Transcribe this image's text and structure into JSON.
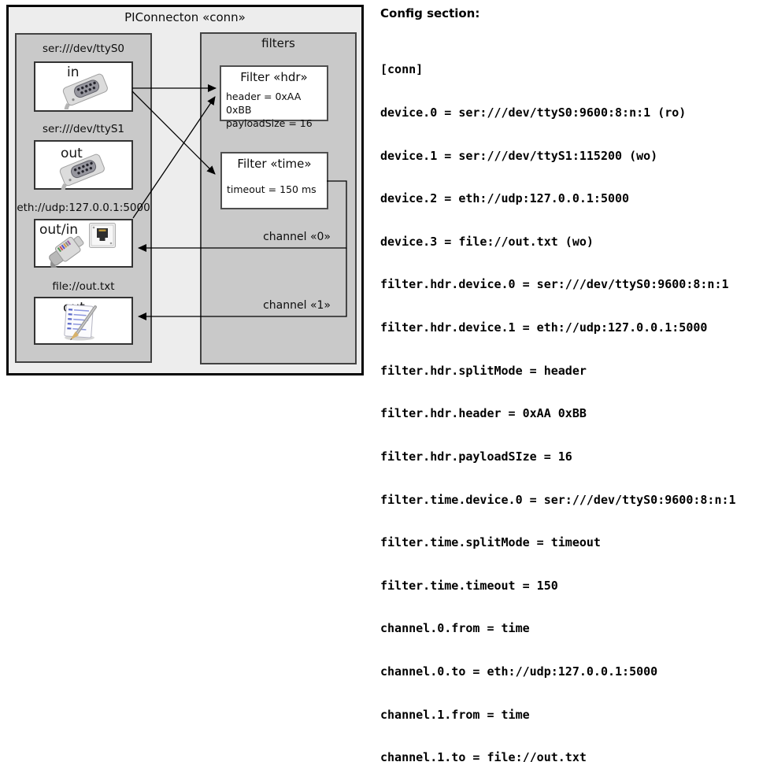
{
  "diagram": {
    "title": "PIConnecton «conn»",
    "devices": [
      {
        "label": "ser:///dev/ttyS0",
        "port": "in",
        "icon": "serial-connector-icon"
      },
      {
        "label": "ser:///dev/ttyS1",
        "port": "out",
        "icon": "serial-connector-icon"
      },
      {
        "label": "eth://udp:127.0.0.1:5000",
        "port": "out/in",
        "icon": "ethernet-plug-icon"
      },
      {
        "label": "file://out.txt",
        "port": "out",
        "icon": "notepad-icon"
      }
    ],
    "filters_panel": {
      "title": "filters",
      "items": [
        {
          "title": "Filter «hdr»",
          "props": [
            "header = 0xAA 0xBB",
            "payloadSize = 16"
          ]
        },
        {
          "title": "Filter «time»",
          "props": [
            "timeout = 150 ms"
          ]
        }
      ]
    },
    "channels": [
      {
        "label": "channel «0»"
      },
      {
        "label": "channel «1»"
      }
    ],
    "colors": {
      "outer_bg": "#ededed",
      "panel_bg": "#c9c9c9",
      "box_bg": "#ffffff",
      "line": "#000000"
    }
  },
  "config": {
    "heading": "Config section:",
    "lines": [
      "[conn]",
      "device.0 = ser:///dev/ttyS0:9600:8:n:1 (ro)",
      "device.1 = ser:///dev/ttyS1:115200 (wo)",
      "device.2 = eth://udp:127.0.0.1:5000",
      "device.3 = file://out.txt (wo)",
      "filter.hdr.device.0 = ser:///dev/ttyS0:9600:8:n:1",
      "filter.hdr.device.1 = eth://udp:127.0.0.1:5000",
      "filter.hdr.splitMode = header",
      "filter.hdr.header = 0xAA 0xBB",
      "filter.hdr.payloadSIze = 16",
      "filter.time.device.0 = ser:///dev/ttyS0:9600:8:n:1",
      "filter.time.splitMode = timeout",
      "filter.time.timeout = 150",
      "channel.0.from = time",
      "channel.0.to = eth://udp:127.0.0.1:5000",
      "channel.1.from = time",
      "channel.1.to = file://out.txt"
    ]
  }
}
